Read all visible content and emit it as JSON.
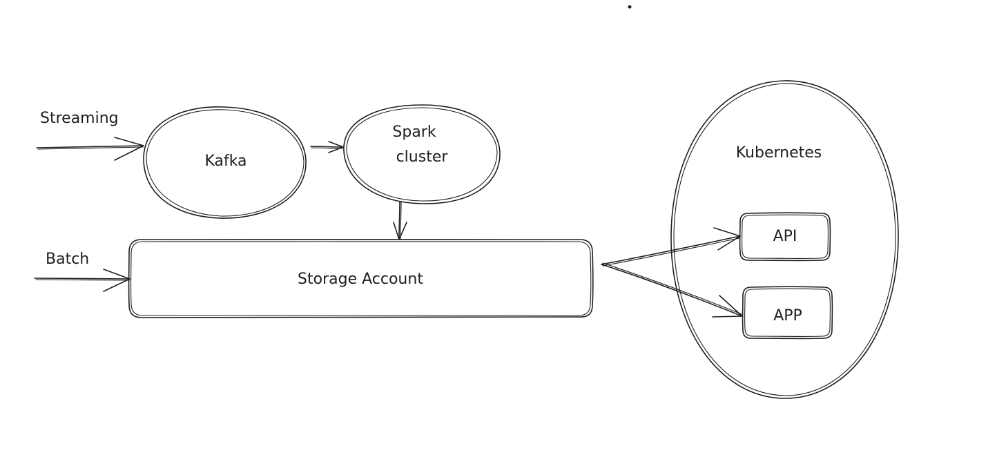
{
  "diagram": {
    "nodes": {
      "kafka": "Kafka",
      "spark_line1": "Spark",
      "spark_line2": "cluster",
      "storage": "Storage Account",
      "kubernetes": "Kubernetes",
      "api": "API",
      "app": "APP"
    },
    "inputs": {
      "streaming": "Streaming",
      "batch": "Batch"
    },
    "edges": [
      {
        "from": "Streaming",
        "to": "Kafka"
      },
      {
        "from": "Kafka",
        "to": "Spark cluster"
      },
      {
        "from": "Spark cluster",
        "to": "Storage Account"
      },
      {
        "from": "Batch",
        "to": "Storage Account"
      },
      {
        "from": "Storage Account",
        "to": "API"
      },
      {
        "from": "Storage Account",
        "to": "APP"
      }
    ],
    "stroke_color": "#1e1e1e",
    "background_color": "#ffffff"
  }
}
